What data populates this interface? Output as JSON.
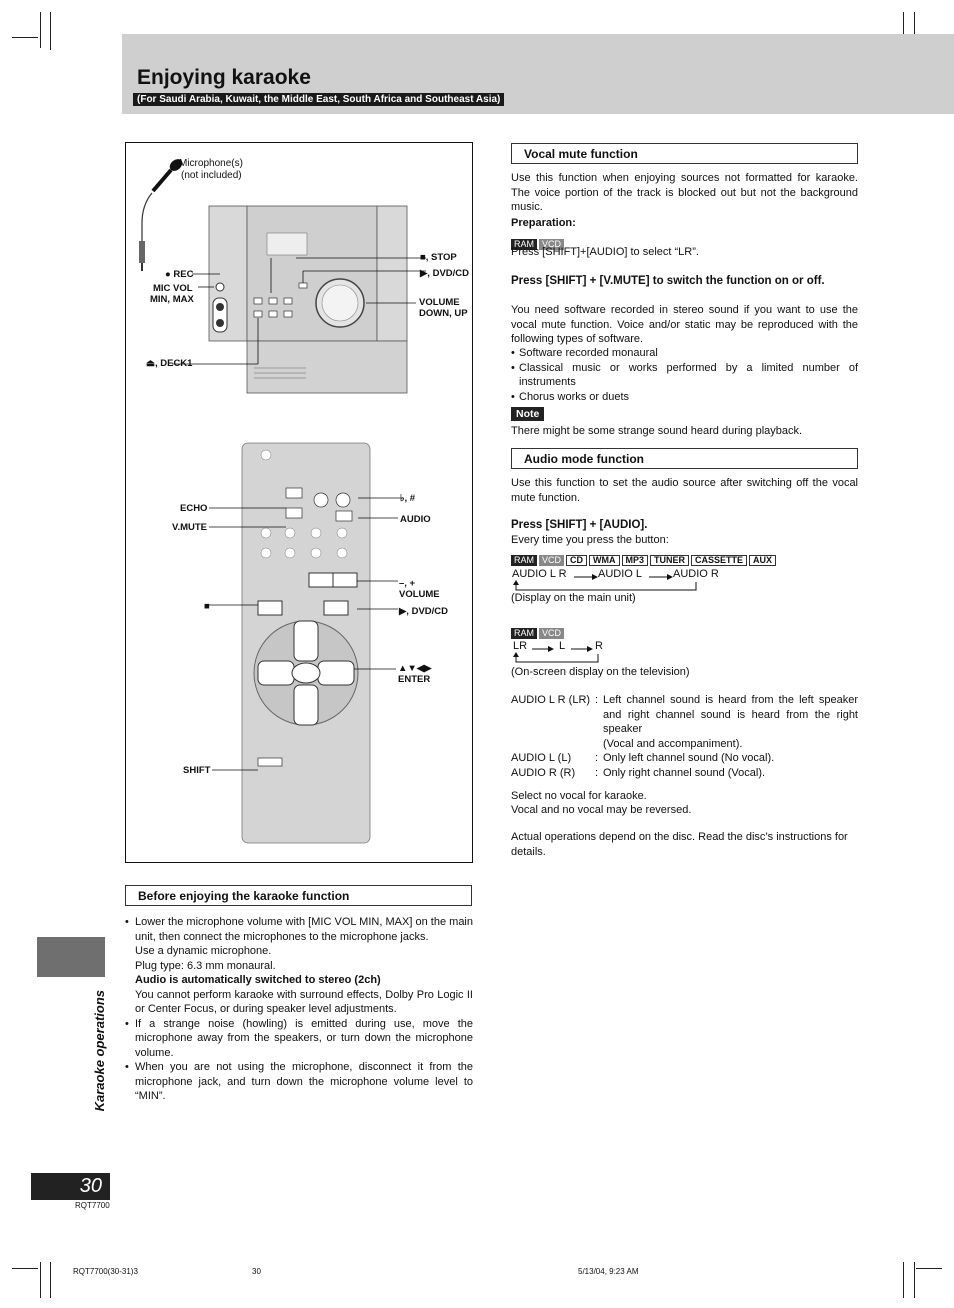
{
  "header": {
    "title": "Enjoying karaoke",
    "subtitle": "(For Saudi Arabia, Kuwait, the Middle East, South Africa and Southeast Asia)"
  },
  "figure": {
    "microphone_label": "Microphone(s)",
    "microphone_note": "(not included)",
    "unit_labels": {
      "rec": "REC",
      "mic_vol": "MIC VOL",
      "mic_vol_2": "MIN, MAX",
      "deck1": "⏏, DECK1",
      "stop": "■, STOP",
      "dvdcd": "▶, DVD/CD",
      "volume": "VOLUME",
      "volume_2": "DOWN, UP"
    },
    "remote_labels": {
      "echo": "ECHO",
      "vmute": "V.MUTE",
      "flat_sharp": "♭, #",
      "audio": "AUDIO",
      "stop": "■",
      "minus_plus": "–, +",
      "volume": "VOLUME",
      "dvdcd": "▶, DVD/CD",
      "arrows": "▲▼◀▶",
      "enter": "ENTER",
      "shift": "SHIFT"
    }
  },
  "before": {
    "heading": "Before enjoying the karaoke function",
    "b1": "Lower the microphone volume with [MIC VOL MIN, MAX] on the main unit, then connect the microphones to the microphone jacks.",
    "b1_l2": "Use a dynamic microphone.",
    "b1_l3": "Plug type: 6.3 mm monaural.",
    "b1_bold": "Audio is automatically switched to stereo (2ch)",
    "b1_l4": "You cannot perform karaoke with surround effects, Dolby Pro Logic II or Center Focus, or during speaker level adjustments.",
    "b2": "If a strange noise (howling) is emitted during use, move the microphone away from the speakers, or turn down the microphone volume.",
    "b3": "When you are not using the microphone, disconnect it from the microphone jack, and turn down the microphone volume level to “MIN”."
  },
  "vocal": {
    "heading": "Vocal mute function",
    "intro": "Use this function when enjoying sources not formatted for karaoke. The voice portion of the track is blocked out but not the background music.",
    "prep": "Preparation:",
    "badges": [
      "RAM",
      "VCD"
    ],
    "prep_text": "Press [SHIFT]+[AUDIO] to select “LR”.",
    "instruction": "Press [SHIFT] + [V.MUTE] to switch the function on or off.",
    "desc": "You need software recorded in stereo sound if you want to use the vocal mute function. Voice and/or static may be reproduced with the following types of software.",
    "items": [
      "Software recorded monaural",
      "Classical music or works performed by a limited number of instruments",
      "Chorus works or duets"
    ],
    "note_label": "Note",
    "note_text": "There might be some strange sound heard during playback."
  },
  "audio": {
    "heading": "Audio mode function",
    "intro": "Use this function to set the audio source after switching off the vocal mute function.",
    "instruction": "Press [SHIFT] + [AUDIO].",
    "every_time": "Every time you press the button:",
    "badges_dark": [
      "RAM",
      "VCD"
    ],
    "badges_out": [
      "CD",
      "WMA",
      "MP3",
      "TUNER",
      "CASSETTE",
      "AUX"
    ],
    "seq1": [
      "AUDIO L R",
      "AUDIO L",
      "AUDIO R"
    ],
    "seq1_caption": "(Display on the main unit)",
    "badges2": [
      "RAM",
      "VCD"
    ],
    "seq2": [
      "LR",
      "L",
      "R"
    ],
    "seq2_caption": "(On-screen display on the television)",
    "defs": [
      {
        "term": "AUDIO L R (LR)",
        "desc": "Left channel sound is heard from the left speaker and right channel sound is heard from the right speaker"
      },
      {
        "term": "",
        "desc": "(Vocal and accompaniment)."
      },
      {
        "term": "AUDIO L (L)",
        "desc": "Only left channel sound (No vocal)."
      },
      {
        "term": "AUDIO R (R)",
        "desc": "Only right channel sound (Vocal)."
      }
    ],
    "tail1": "Select no vocal for karaoke.",
    "tail2": "Vocal and no vocal may be reversed.",
    "tail3": "Actual operations depend on the disc. Read the disc’s instructions for details."
  },
  "sidebar": {
    "text": "Karaoke operations"
  },
  "footer": {
    "page": "30",
    "code": "RQT7700",
    "file": "RQT7700(30-31)3",
    "center": "30",
    "date": "5/13/04, 9:23 AM"
  }
}
